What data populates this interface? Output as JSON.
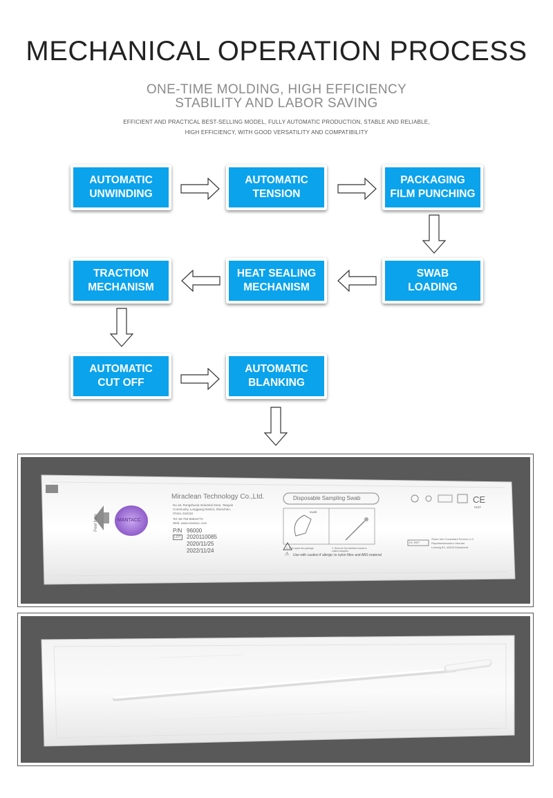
{
  "header": {
    "title": "MECHANICAL OPERATION PROCESS",
    "subtitle_line1": "ONE-TIME MOLDING, HIGH EFFICIENCY",
    "subtitle_line2": "STABILITY AND LABOR SAVING",
    "description_line1": "EFFICIENT AND PRACTICAL BEST-SELLING MODEL, FULLY AUTOMATIC PRODUCTION, STABLE AND RELIABLE,",
    "description_line2": "HIGH EFFICIENCY, WITH GOOD VERSATILITY AND COMPATIBILITY"
  },
  "steps": [
    "AUTOMATIC\nUNWINDING",
    "AUTOMATIC\nTENSION",
    "PACKAGING\nFILM PUNCHING",
    "SWAB\nLOADING",
    "HEAT SEALING\nMECHANISM",
    "TRACTION\nMECHANISM",
    "AUTOMATIC\nCUT OFF",
    "AUTOMATIC\nBLANKING"
  ],
  "colors": {
    "step_fill": "#0aa3ec",
    "photo_background": "#595959",
    "logo_purple": "#8e5cc9"
  },
  "package": {
    "company": "Miraclean Technology Co.,Ltd.",
    "product": "Disposable Sampling Swab",
    "brand": "MANTACC",
    "peel_here": "Peel here",
    "address_line1": "No.18, Rongshuxia Industrial Zone, Tangxie",
    "address_line2": "Community, Longgang District, Shenzhen,",
    "address_line3": "China, 518116",
    "tel": "Tel: 86-755-89616772",
    "web": "Web: www.mantacc.com",
    "pn_label": "P/N",
    "pn_value": "96000",
    "lot_label": "LOT",
    "lot_value": "2020110085",
    "mfg_date": "2020/11/25",
    "exp_date": "2022/11/24",
    "swab_label": "swab",
    "step1_caption": "1. Peel apart the package",
    "step2_caption": "2. Remove the sterilized swab to collect samples",
    "caution": "Use with caution if allergic to nylon fibre and ABS material",
    "ce_mark": "CE",
    "ce_number": "0197",
    "ec_rep_label": "EC REP",
    "ec_rep_line1": "Share Info Consultant Service LLC",
    "ec_rep_line2": "Repräsentanzbüro Heerder",
    "ec_rep_line3": "Lohweg 83, 40549 Düsseldorf"
  },
  "icons": [
    "right-arrow-icon",
    "down-arrow-icon",
    "left-arrow-icon",
    "ce-mark-icon",
    "warning-icon"
  ]
}
